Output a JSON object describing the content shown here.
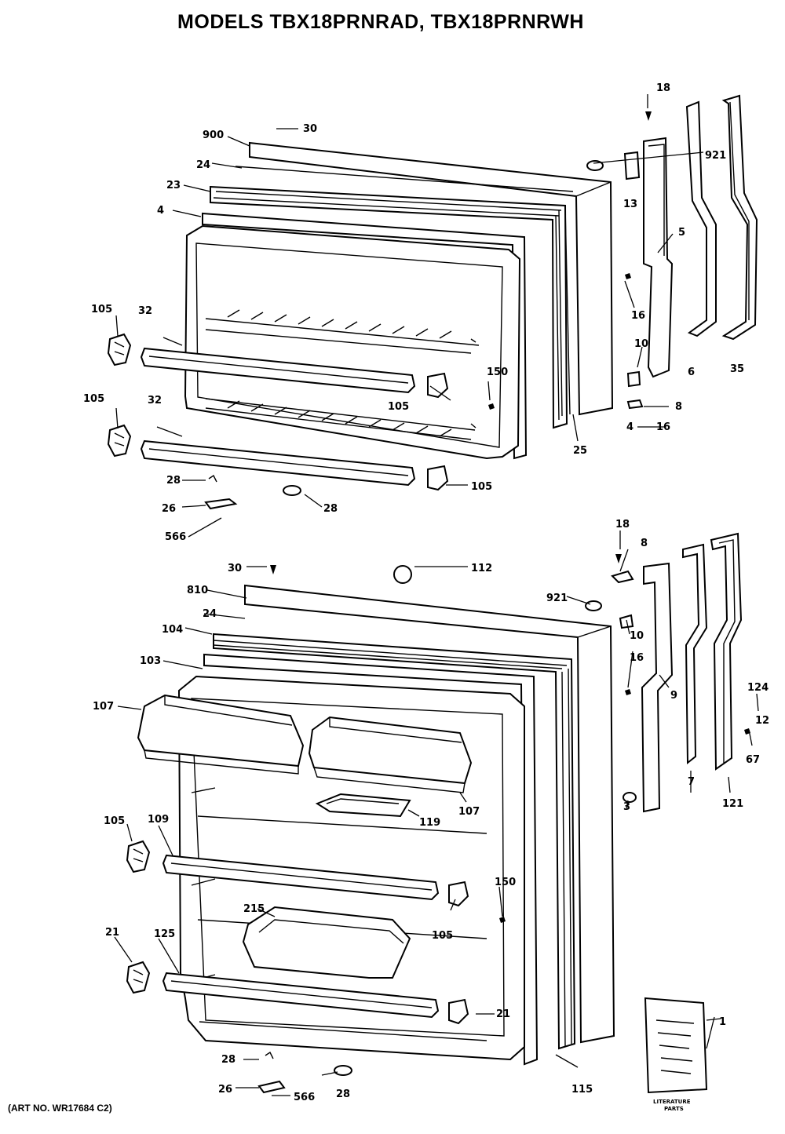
{
  "header": {
    "title": "MODELS TBX18PRNRAD, TBX18PRNRWH"
  },
  "footer": {
    "art_number": "(ART NO. WR17684 C2)"
  },
  "literature": {
    "line1": "LITERATURE",
    "line2": "PARTS"
  },
  "freezer_labels": {
    "p18_top": "18",
    "p900": "900",
    "p30": "30",
    "p921": "921",
    "p24": "24",
    "p13": "13",
    "p23": "23",
    "p5": "5",
    "p4": "4",
    "p16": "16",
    "p105_a": "105",
    "p32_a": "32",
    "p10": "10",
    "p6": "6",
    "p35": "35",
    "p150": "150",
    "p105_b": "105",
    "p105_c": "105",
    "p32_b": "32",
    "p8": "8",
    "p4_16_a": "4",
    "p4_16_b": "16",
    "p25": "25",
    "p28_a": "28",
    "p105_d": "105",
    "p26": "26",
    "p28_b": "28",
    "p566": "566"
  },
  "fresh_labels": {
    "p18": "18",
    "p8": "8",
    "p30": "30",
    "p112": "112",
    "p810": "810",
    "p921": "921",
    "p24": "24",
    "p10": "10",
    "p104": "104",
    "p16": "16",
    "p103": "103",
    "p9": "9",
    "p124": "124",
    "p12": "12",
    "p107_a": "107",
    "p67": "67",
    "p7": "7",
    "p121": "121",
    "p119": "119",
    "p107_b": "107",
    "p3": "3",
    "p105_a": "105",
    "p109": "109",
    "p150": "150",
    "p215": "215",
    "p105_b": "105",
    "p21_a": "21",
    "p125": "125",
    "p21_b": "21",
    "p1": "1",
    "p115": "115",
    "p28_a": "28",
    "p26": "26",
    "p28_b": "28",
    "p566": "566"
  }
}
